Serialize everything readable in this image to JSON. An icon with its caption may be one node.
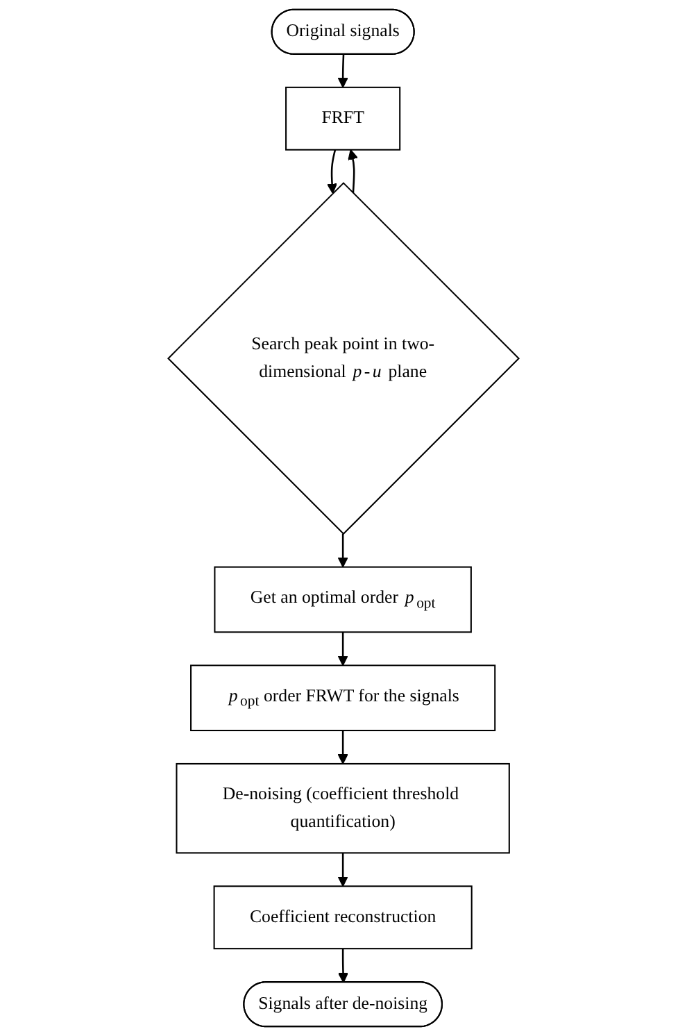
{
  "diagram": {
    "nodes": [
      {
        "text": [
          "Original signals"
        ]
      },
      {
        "text": [
          "FRFT"
        ]
      },
      {
        "text": [
          "Search peak point in two-dimensional *p*-*u* plane"
        ]
      },
      {
        "text": [
          "Get an optimal order *p*$_{opt}$"
        ]
      },
      {
        "text": [
          "*p*$_{opt}$ order FRWT for the signals"
        ]
      },
      {
        "text": [
          "De-noising (coefficient threshold quantification)"
        ]
      },
      {
        "text": [
          "Coefficient  reconstruction"
        ]
      },
      {
        "text": [
          "Signals after de-noising"
        ]
      }
    ],
    "edges": [
      {
        "from": 0,
        "to": 1,
        "arrow": "to"
      },
      {
        "from": 1,
        "to": 2,
        "arrow": "to"
      },
      {
        "from": 2,
        "to": 1,
        "arrow": "to"
      },
      {
        "from": 2,
        "to": 3,
        "arrow": "to"
      },
      {
        "from": 3,
        "to": 4,
        "arrow": "to"
      },
      {
        "from": 4,
        "to": 5,
        "arrow": "to"
      },
      {
        "from": 5,
        "to": 6,
        "arrow": "to"
      },
      {
        "from": 6,
        "to": 7,
        "arrow": "to"
      }
    ]
  }
}
